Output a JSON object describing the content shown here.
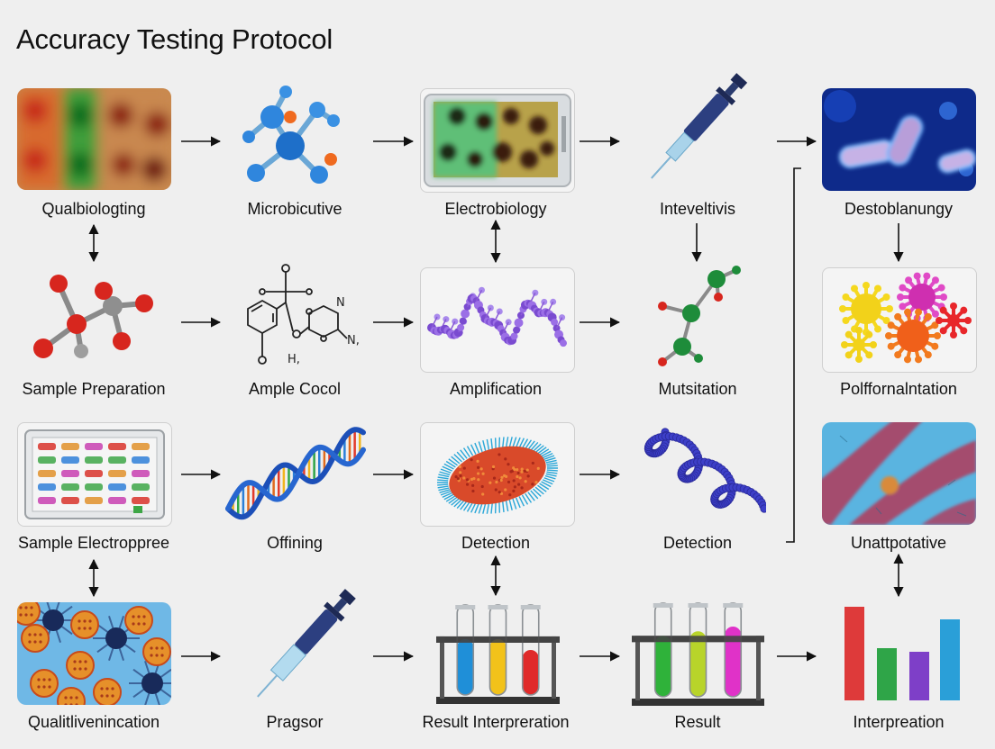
{
  "title": "Accuracy Testing Protocol",
  "rows": [
    [
      "Qualbiologting",
      "Microbicutive",
      "Electrobiology",
      "Inteveltivis",
      "Destoblanungy"
    ],
    [
      "Sample Preparation",
      "Ample Cocol",
      "Amplification",
      "Mutsitation",
      "Polffornalntation"
    ],
    [
      "Sample Electroppree",
      "Offining",
      "Detection",
      "Detection",
      "Unattpotative"
    ],
    [
      "Qualitlivenincation",
      "Pragsor",
      "Result Interpreration",
      "Result",
      "Interpreation"
    ]
  ],
  "chem_text": {
    "n_top": "N",
    "n_right": "N,",
    "h_label": "H,"
  }
}
